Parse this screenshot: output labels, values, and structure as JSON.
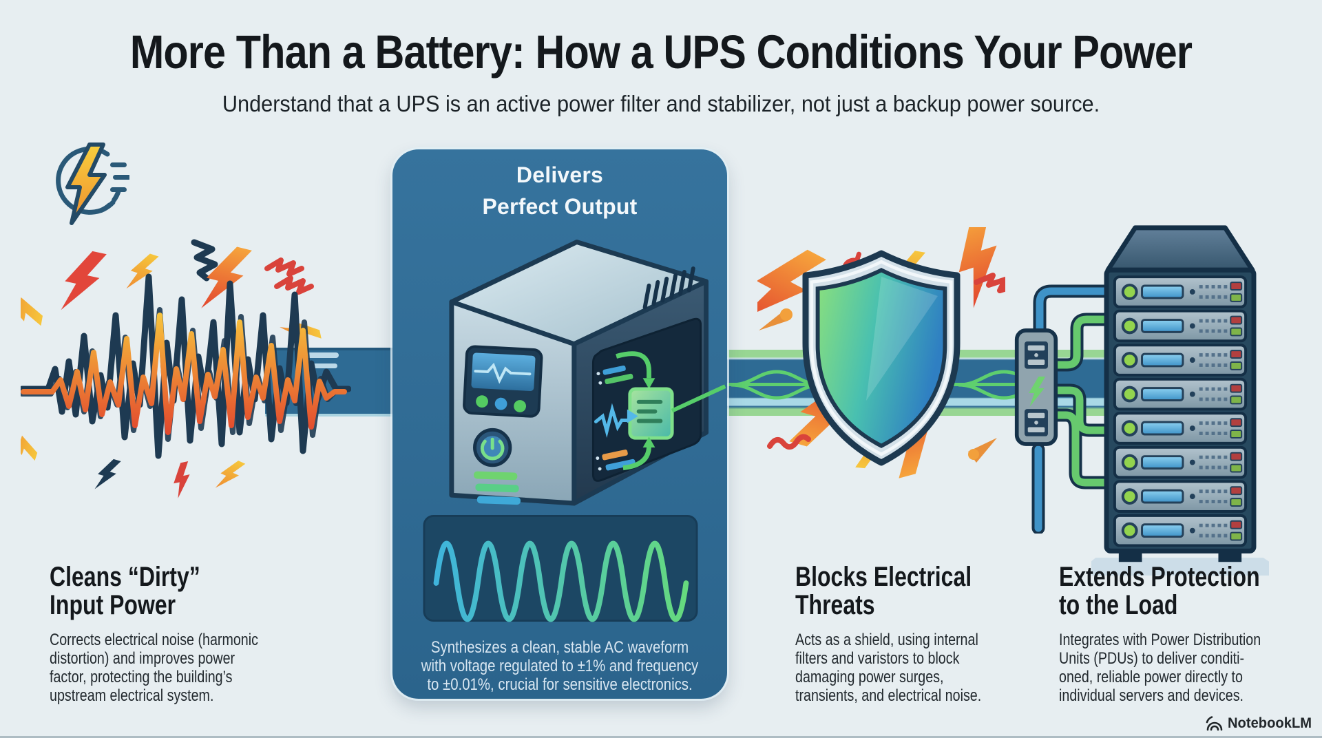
{
  "header": {
    "title": "More Than a Battery: How a UPS Conditions Your Power",
    "subtitle": "Understand that a UPS is an active power filter and stabilizer, not just a backup power source."
  },
  "sections": {
    "input": {
      "heading": "Cleans “Dirty”\nInput Power",
      "body": "Corrects electrical noise (harmonic\ndistortion) and improves power\nfactor, protecting the building’s\nupstream electrical system."
    },
    "output": {
      "heading": "Delivers\nPerfect Output",
      "body": "Synthesizes a clean, stable AC waveform\nwith voltage regulated to ±1% and frequency\nto ±0.01%, crucial for sensitive electronics."
    },
    "threats": {
      "heading": "Blocks Electrical\nThreats",
      "body": "Acts as a shield, using internal\nfilters and varistors to block\ndamaging power surges,\ntransients, and electrical noise."
    },
    "load": {
      "heading": "Extends Protection\nto the Load",
      "body": "Integrates with Power Distribution\nUnits (PDUs) to deliver conditi-\noned, reliable power directly to\nindividual servers and devices."
    }
  },
  "footer": {
    "brand": "NotebookLM"
  },
  "icons": [
    "power-bolt-logo-icon",
    "dirty-waveform-icon",
    "lightning-bolt-icon",
    "ups-device-icon",
    "clean-sine-wave-icon",
    "shield-icon",
    "pdu-icon",
    "server-rack-icon",
    "notebooklm-logo-icon"
  ],
  "colors": {
    "background": "#e7eef1",
    "panel_blue": "#2e6b94",
    "ink": "#14181c",
    "flow_green": "#5ecf6e",
    "accent_blue": "#3f93c8",
    "bolt_red": "#e2463a",
    "bolt_orange": "#f2a03c",
    "outline_navy": "#1d3a52",
    "shield_silver": "#d4e1e9"
  }
}
